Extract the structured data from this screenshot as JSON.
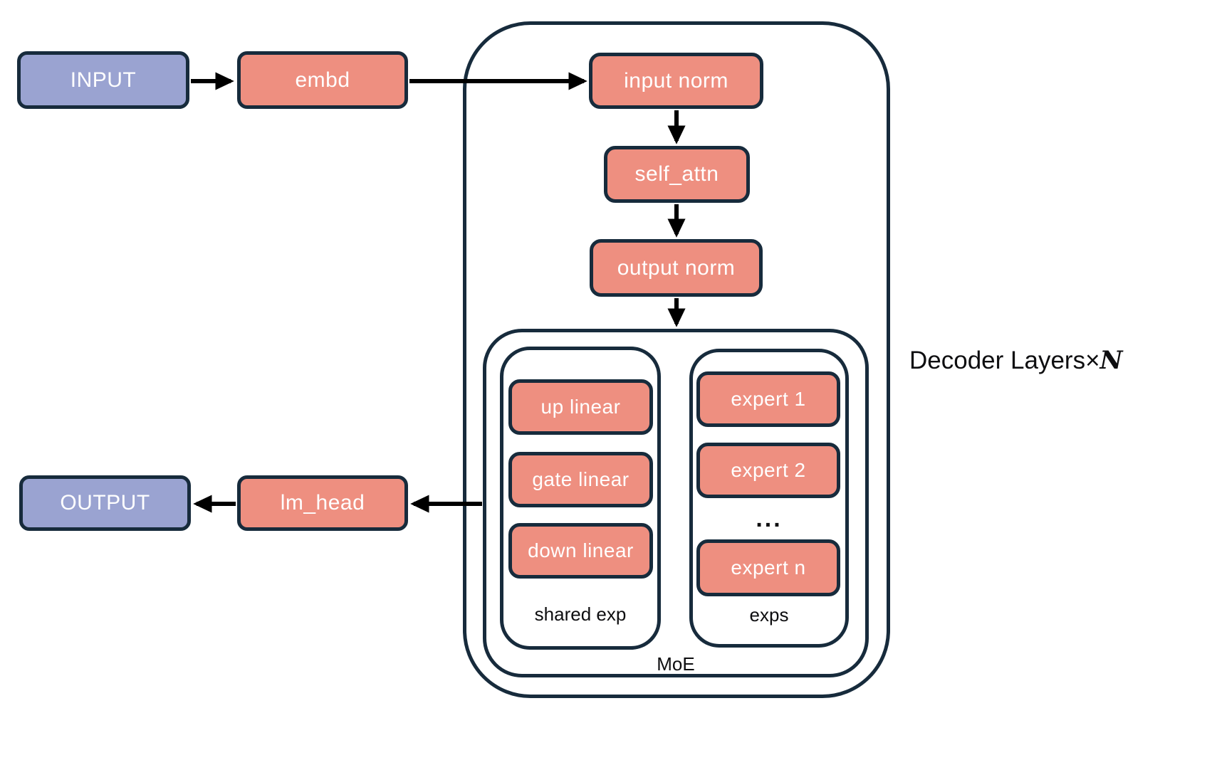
{
  "colors": {
    "salmon": "#EE8F80",
    "purple": "#9AA3D1",
    "navy": "#172B3C",
    "arrow": "#000000",
    "label": "#0E0E10",
    "bg": "#FFFFFF"
  },
  "nodes": {
    "input": "INPUT",
    "embd": "embd",
    "input_norm": "input norm",
    "self_attn": "self_attn",
    "output_norm": "output norm",
    "up_linear": "up linear",
    "gate_linear": "gate linear",
    "down_linear": "down linear",
    "expert_1": "expert 1",
    "expert_2": "expert 2",
    "expert_ellipsis": "...",
    "expert_n": "expert n",
    "lm_head": "lm_head",
    "output": "OUTPUT"
  },
  "group_labels": {
    "shared_exp": "shared exp",
    "exps": "exps",
    "moe": "MoE"
  },
  "annotation": {
    "prefix": "Decoder Layers",
    "times": "×",
    "n": "N"
  }
}
